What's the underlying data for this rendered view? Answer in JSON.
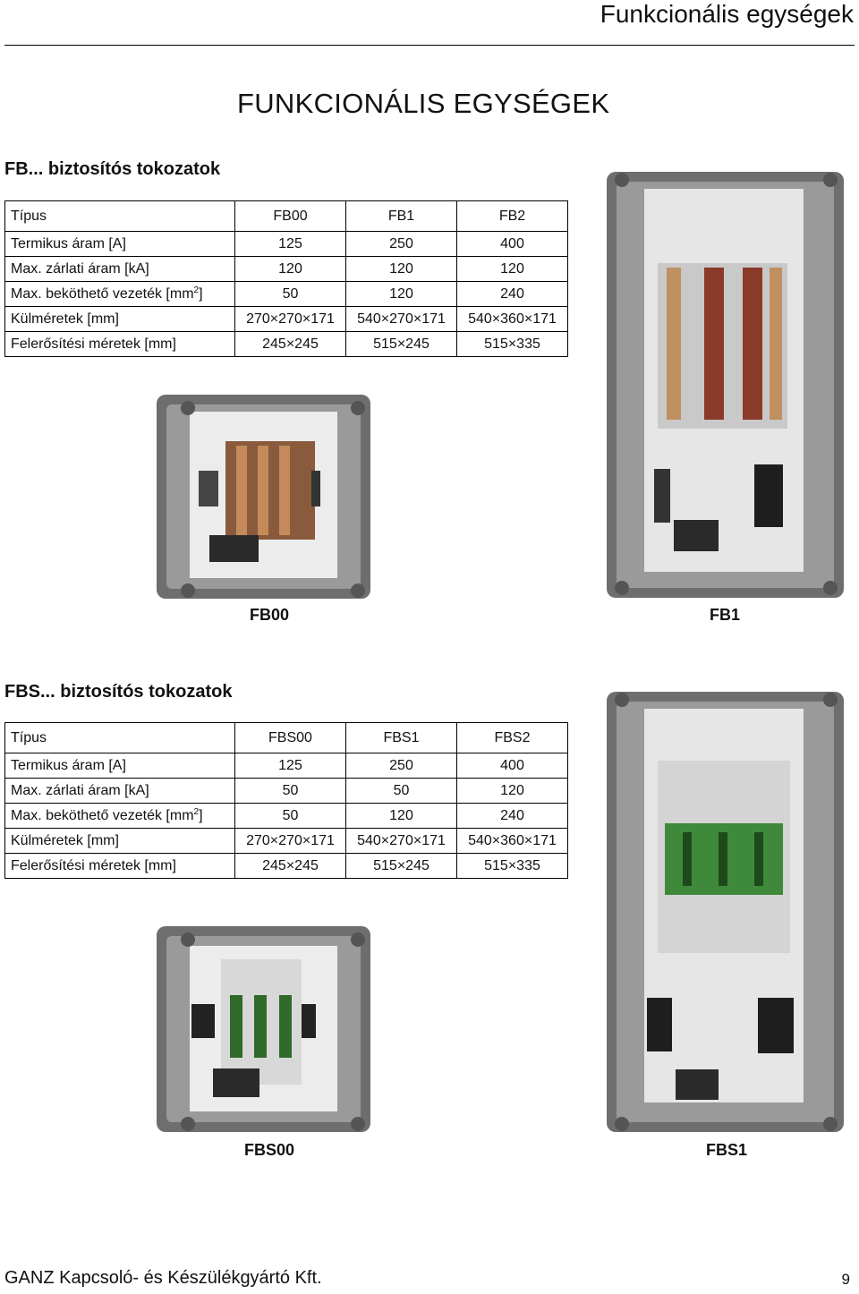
{
  "header": {
    "title": "Funkcionális egységek"
  },
  "main_title": "FUNKCIONÁLIS EGYSÉGEK",
  "sections": [
    {
      "title": "FB... biztosítós tokozatok",
      "columns": [
        "Típus",
        "FB00",
        "FB1",
        "FB2"
      ],
      "rows": [
        [
          "Termikus áram [A]",
          "125",
          "250",
          "400"
        ],
        [
          "Max. zárlati áram [kA]",
          "120",
          "120",
          "120"
        ],
        [
          "Max. beköthető vezeték [mm",
          "50",
          "120",
          "240"
        ],
        [
          "Külméretek [mm]",
          "270×270×171",
          "540×270×171",
          "540×360×171"
        ],
        [
          "Felerősítési méretek [mm]",
          "245×245",
          "515×245",
          "515×335"
        ]
      ],
      "captions": [
        "FB00",
        "FB1"
      ]
    },
    {
      "title": "FBS... biztosítós tokozatok",
      "columns": [
        "Típus",
        "FBS00",
        "FBS1",
        "FBS2"
      ],
      "rows": [
        [
          "Termikus áram [A]",
          "125",
          "250",
          "400"
        ],
        [
          "Max. zárlati áram [kA]",
          "50",
          "50",
          "120"
        ],
        [
          "Max. beköthető vezeték [mm",
          "50",
          "120",
          "240"
        ],
        [
          "Külméretek [mm]",
          "270×270×171",
          "540×270×171",
          "540×360×171"
        ],
        [
          "Felerősítési méretek [mm]",
          "245×245",
          "515×245",
          "515×335"
        ]
      ],
      "captions": [
        "FBS00",
        "FBS1"
      ]
    }
  ],
  "unit_superscript": "2",
  "unit_close": "]",
  "footer": {
    "company": "GANZ Kapcsoló- és Készülékgyártó Kft.",
    "page_number": "9"
  }
}
